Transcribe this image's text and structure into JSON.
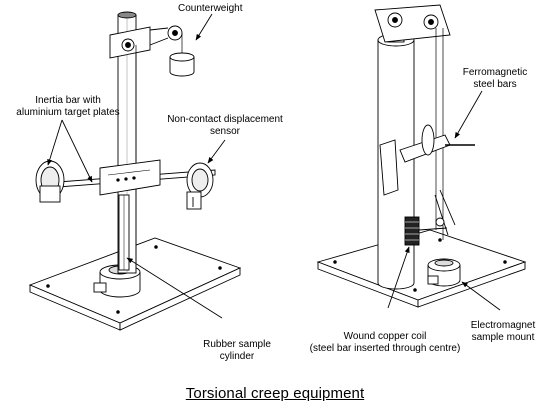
{
  "caption": "Torsional creep equipment",
  "labels": {
    "counterweight": "Counterweight",
    "inertia_bar_line1": "Inertia bar with",
    "inertia_bar_line2": "aluminium target plates",
    "sensor_line1": "Non-contact displacement",
    "sensor_line2": "sensor",
    "rubber_line1": "Rubber sample",
    "rubber_line2": "cylinder",
    "ferro_line1": "Ferromagnetic",
    "ferro_line2": "steel bars",
    "coil_line1": "Wound copper coil",
    "coil_line2": "(steel bar inserted through centre)",
    "electromagnet_line1": "Electromagnet",
    "electromagnet_line2": "sample mount"
  }
}
